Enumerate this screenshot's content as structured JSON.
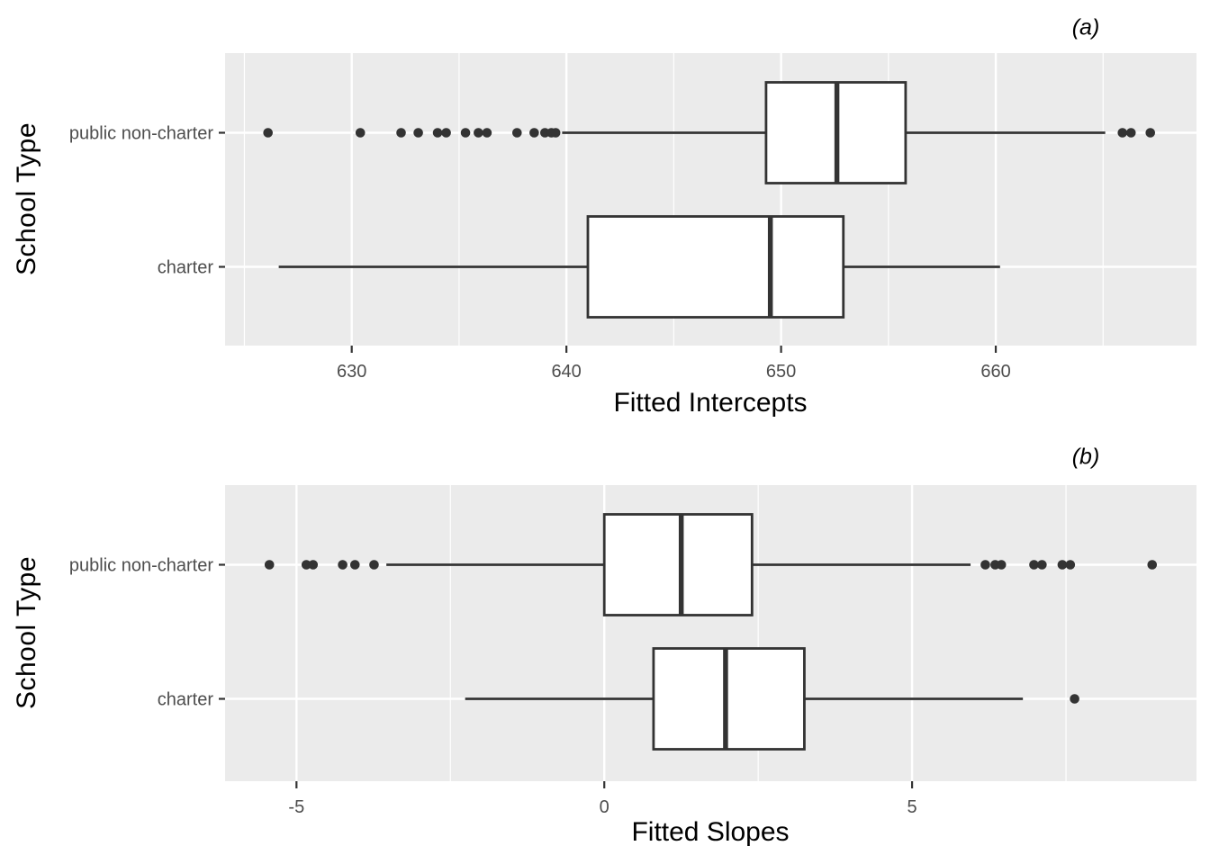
{
  "colors": {
    "panel_bg": "#EBEBEB",
    "grid": "#FFFFFF",
    "stroke": "#333333",
    "box_fill": "#FFFFFF",
    "tick_text": "#4D4D4D",
    "title_text": "#000000"
  },
  "chart_data": [
    {
      "type": "boxplot",
      "orientation": "horizontal",
      "tag": "(a)",
      "xlabel": "Fitted Intercepts",
      "ylabel": "School Type",
      "grid": "on",
      "x_domain": [
        624.1,
        669.35
      ],
      "x_major_ticks": [
        630,
        640,
        650,
        660
      ],
      "x_minor_ticks": [
        625,
        635,
        645,
        655,
        665
      ],
      "categories": [
        "public non-charter",
        "charter"
      ],
      "series": [
        {
          "category": "public non-charter",
          "whisker_low": 639.8,
          "q1": 649.3,
          "median": 652.6,
          "q3": 655.8,
          "whisker_high": 665.1,
          "outliers": [
            626.1,
            630.4,
            632.3,
            633.1,
            634.0,
            634.4,
            635.3,
            635.9,
            636.3,
            637.7,
            638.5,
            639.0,
            639.3,
            639.5,
            665.9,
            666.3,
            667.2
          ]
        },
        {
          "category": "charter",
          "whisker_low": 626.6,
          "q1": 641.0,
          "median": 649.5,
          "q3": 652.9,
          "whisker_high": 660.2,
          "outliers": []
        }
      ]
    },
    {
      "type": "boxplot",
      "orientation": "horizontal",
      "tag": "(b)",
      "xlabel": "Fitted Slopes",
      "ylabel": "School Type",
      "grid": "on",
      "x_domain": [
        -6.16,
        9.62
      ],
      "x_major_ticks": [
        -5,
        0,
        5
      ],
      "x_minor_ticks": [
        -2.5,
        2.5,
        7.5
      ],
      "categories": [
        "public non-charter",
        "charter"
      ],
      "series": [
        {
          "category": "public non-charter",
          "whisker_low": -3.54,
          "q1": 0.0,
          "median": 1.25,
          "q3": 2.4,
          "whisker_high": 5.95,
          "outliers": [
            -5.44,
            -4.84,
            -4.73,
            -4.25,
            -4.05,
            -3.74,
            6.19,
            6.35,
            6.45,
            6.98,
            7.11,
            7.44,
            7.57,
            8.9
          ]
        },
        {
          "category": "charter",
          "whisker_low": -2.26,
          "q1": 0.8,
          "median": 1.97,
          "q3": 3.25,
          "whisker_high": 6.8,
          "outliers": [
            7.64
          ]
        }
      ]
    }
  ]
}
